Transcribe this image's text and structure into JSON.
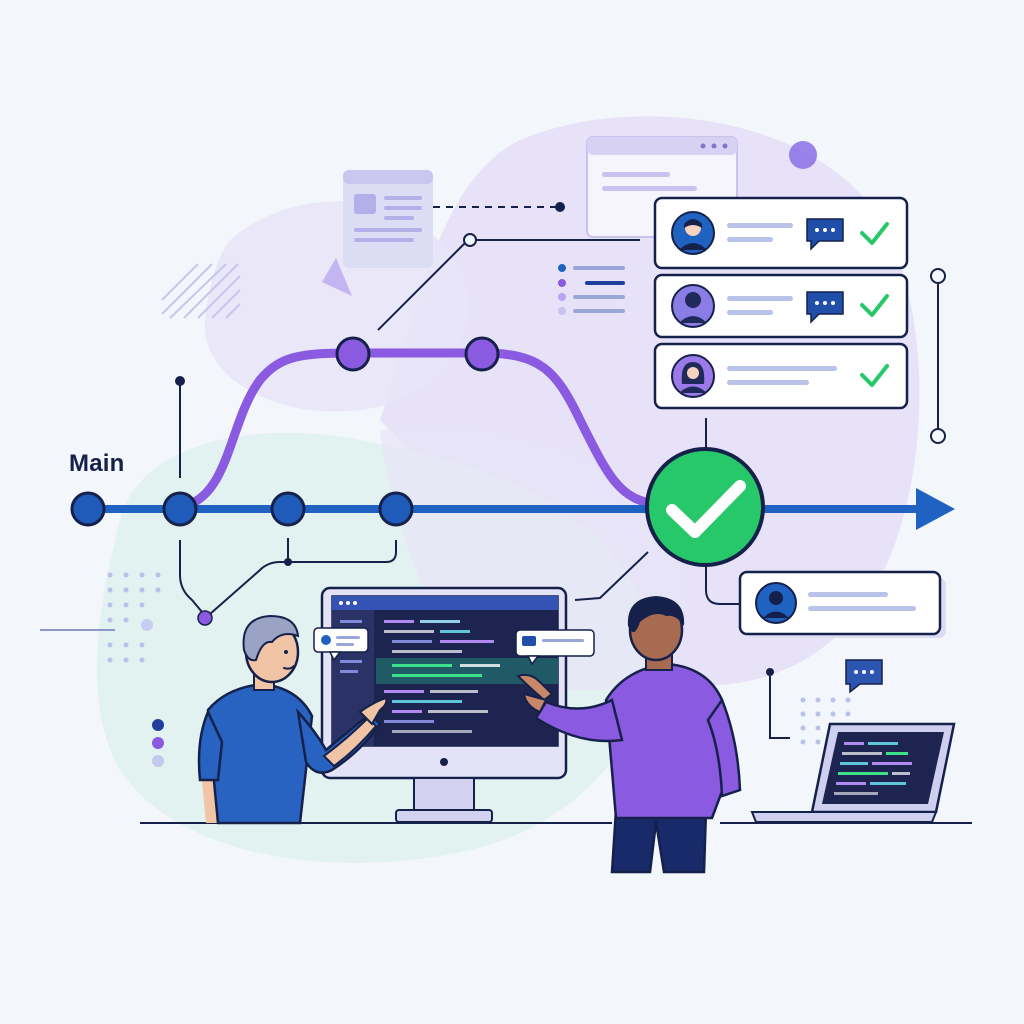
{
  "branch": {
    "label": "Main"
  },
  "colors": {
    "background": "#f3f6fb",
    "main_line": "#1f62c2",
    "feature_branch": "#8a5ae0",
    "success": "#27c86a",
    "dark_navy": "#15214a",
    "lavender_blob": "#e6e1f8",
    "mint_blob": "#e2f3f1"
  },
  "icons": {
    "merge_status": "check-circle-icon",
    "review_approved": "check-icon",
    "review_comment": "comment-bubble-icon",
    "reviewer": "avatar-icon",
    "direction": "arrow-right-icon"
  },
  "reviews": [
    {
      "reviewer": "reviewer-1",
      "approved": true
    },
    {
      "reviewer": "reviewer-2",
      "approved": true
    },
    {
      "reviewer": "reviewer-3",
      "approved": true
    }
  ]
}
